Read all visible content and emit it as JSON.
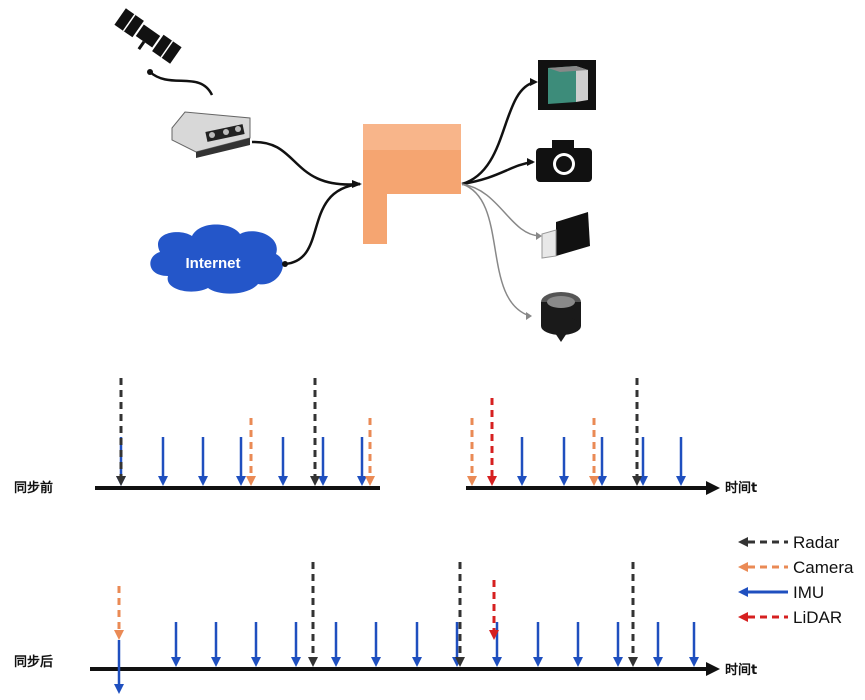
{
  "network": {
    "cloud_label": "Internet"
  },
  "timeline": {
    "before_label": "同步前",
    "after_label": "同步后",
    "axis_label_top": "时间t",
    "axis_label_bottom": "时间t"
  },
  "legend": [
    {
      "label": "Radar",
      "color": "#333333",
      "style": "dashed"
    },
    {
      "label": "Camera",
      "color": "#ea8a55",
      "style": "dashed"
    },
    {
      "label": "IMU",
      "color": "#1f4fbf",
      "style": "solid"
    },
    {
      "label": "LiDAR",
      "color": "#d62020",
      "style": "dashed"
    }
  ],
  "colors": {
    "hub": "#f5a571",
    "cloud": "#2456c9",
    "axis": "#111111"
  }
}
